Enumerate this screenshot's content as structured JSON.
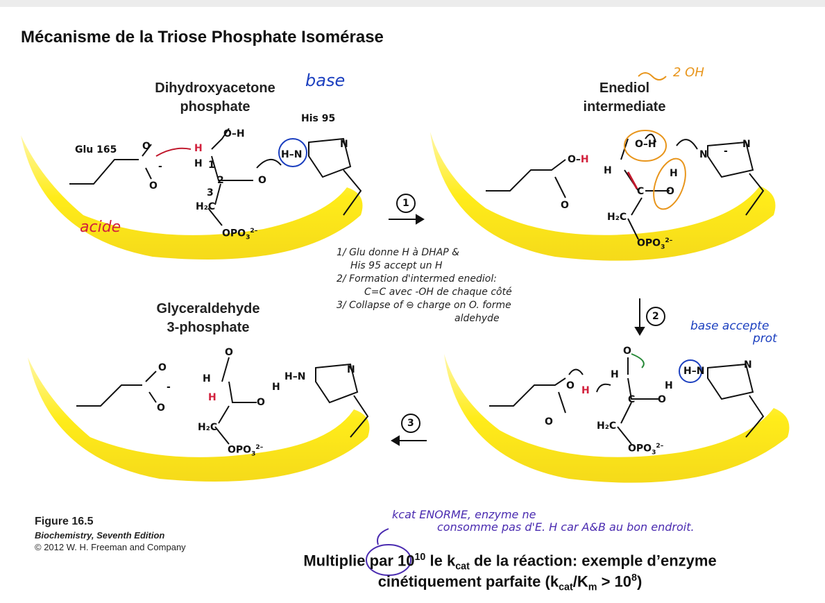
{
  "title": "Mécanisme de la Triose Phosphate Isomérase",
  "molecules": {
    "dhap_line1": "Dihydroxyacetone",
    "dhap_line2": "phosphate",
    "enediol_line1": "Enediol",
    "enediol_line2": "intermediate",
    "gap_line1": "Glyceraldehyde",
    "gap_line2": "3-phosphate"
  },
  "residues": {
    "glu": "Glu 165",
    "his": "His 95"
  },
  "steps": [
    "1",
    "2",
    "3"
  ],
  "atoms": {
    "phosphate": "OPO",
    "h2c": "H₂C",
    "oh": "O–H",
    "hn": "H–N",
    "n": "N",
    "o": "O",
    "h": "H",
    "c": "C",
    "minus": "-",
    "num1": "1",
    "num2": "2",
    "num3": "3"
  },
  "annotations": {
    "base": "base",
    "acide": "acide",
    "two_oh": "2 OH",
    "base_accepte": "base accepte",
    "prot": "prot",
    "notes": [
      "1/ Glu donne H à DHAP &",
      "His 95 accept un H",
      "2/ Formation d'intermed enediol:",
      "C=C avec -OH de chaque côté",
      "3/ Collapse of ⊖ charge on O. forme",
      "aldehyde"
    ],
    "kcat_line1": "kcat ENORME, enzyme ne",
    "kcat_line2": "consomme pas d'E. H car A&B au bon endroit."
  },
  "figure": {
    "label": "Figure 16.5",
    "book": "Biochemistry, Seventh Edition",
    "copyright": "© 2012 W. H. Freeman and Company"
  },
  "conclusion": {
    "pre": "Multiplie par ",
    "factor": "10",
    "factor_exp": "10",
    "mid": " le k",
    "kcat_sub": "cat",
    "post": " de la réaction: exemple d’enzyme",
    "line2_pre": "cinétiquement parfaite (k",
    "line2_sub1": "cat",
    "line2_mid": "/K",
    "line2_sub2": "m",
    "line2_post": " > 10",
    "line2_exp": "8",
    "line2_end": ")"
  }
}
